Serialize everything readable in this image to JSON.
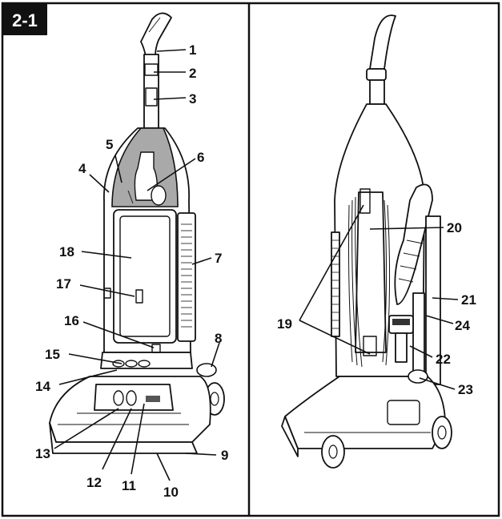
{
  "figure_tag": "2-1",
  "front_view": {
    "callouts": [
      "1",
      "2",
      "3",
      "4",
      "5",
      "6",
      "7",
      "8",
      "9",
      "10",
      "11",
      "12",
      "13",
      "14",
      "15",
      "16",
      "17",
      "18"
    ]
  },
  "rear_view": {
    "callouts": [
      "19",
      "20",
      "21",
      "22",
      "23",
      "24"
    ]
  }
}
